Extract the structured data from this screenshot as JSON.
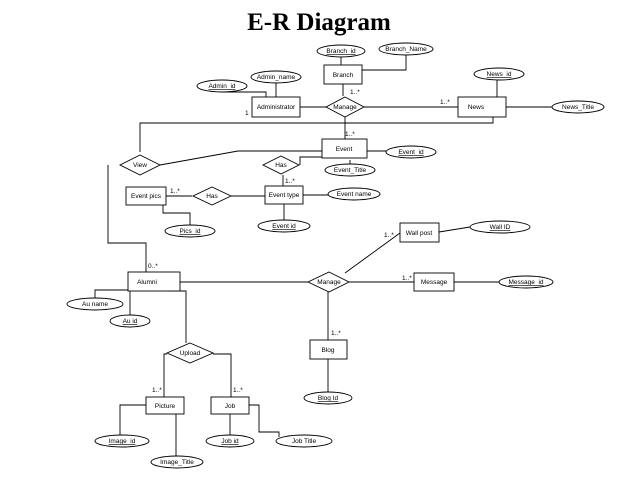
{
  "title": "E-R Diagram",
  "entities": {
    "branch": "Branch",
    "administrator": "Administrator",
    "news": "News",
    "event": "Event",
    "event_pics": "Event pics",
    "event_type": "Event type",
    "wall_post": "Wall post",
    "alumni": "Alumni",
    "message": "Message",
    "blog": "Blog",
    "picture": "Picture",
    "job": "Job"
  },
  "relationships": {
    "manage_top": "Manage",
    "view": "View",
    "has_event": "Has",
    "has_pics": "Has",
    "manage_alumni": "Manage",
    "upload": "Upload"
  },
  "attributes": {
    "branch_id": "Branch_id",
    "branch_name": "Branch_Name",
    "admin_name": "Admin_name",
    "admin_id": "Admin_id",
    "news_id": "News_id",
    "news_title": "News_Title",
    "event_id": "Event_id",
    "event_title": "Event_Title",
    "event_name": "Event name",
    "event_type_id": "Event id",
    "pics_id": "Pics_id",
    "wall_id": "Wall ID",
    "au_name": "Au name",
    "au_id": "Au id",
    "message_id": "Message_id",
    "blog_id": "Blog Id",
    "image_id": "Image_id",
    "image_title": "Image_Title",
    "job_id": "Job id",
    "job_title": "Job Title"
  },
  "cardinalities": {
    "admin": "1",
    "branch_manage": "1..*",
    "news": "1..*",
    "event": "1..*",
    "event_type": "1..*",
    "event_pics": "1..*",
    "wall_post": "1..*",
    "alumni": "0..*",
    "message": "1..*",
    "blog": "1..*",
    "picture": "1..*",
    "job": "1..*"
  }
}
